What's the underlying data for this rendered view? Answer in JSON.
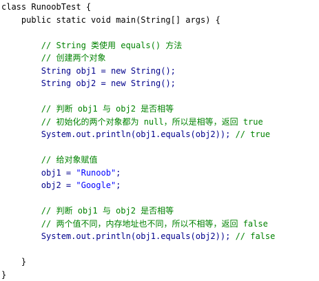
{
  "code": {
    "lines": [
      [
        {
          "t": "class RunoobTest {",
          "c": "pl"
        }
      ],
      [
        {
          "t": "    public static void main(String[] args) {",
          "c": "pl"
        }
      ],
      [
        {
          "t": "",
          "c": "pl"
        }
      ],
      [
        {
          "t": "        // String 类使用 equals() 方法",
          "c": "cm"
        }
      ],
      [
        {
          "t": "        // 创建两个对象",
          "c": "cm"
        }
      ],
      [
        {
          "t": "        String obj1 = ",
          "c": "kw"
        },
        {
          "t": "new",
          "c": "kw"
        },
        {
          "t": " String();",
          "c": "kw"
        }
      ],
      [
        {
          "t": "        String obj2 = ",
          "c": "kw"
        },
        {
          "t": "new",
          "c": "kw"
        },
        {
          "t": " String();",
          "c": "kw"
        }
      ],
      [
        {
          "t": "",
          "c": "pl"
        }
      ],
      [
        {
          "t": "        // 判断 obj1 与 obj2 是否相等",
          "c": "cm"
        }
      ],
      [
        {
          "t": "        // 初始化的两个对象都为 null，所以是相等，返回 true",
          "c": "cm"
        }
      ],
      [
        {
          "t": "        System.out.println(obj1.equals(obj2)); ",
          "c": "kw"
        },
        {
          "t": "// true",
          "c": "cm"
        }
      ],
      [
        {
          "t": "",
          "c": "pl"
        }
      ],
      [
        {
          "t": "        // 给对象赋值",
          "c": "cm"
        }
      ],
      [
        {
          "t": "        obj1 = ",
          "c": "kw"
        },
        {
          "t": "\"Runoob\"",
          "c": "st"
        },
        {
          "t": ";",
          "c": "kw"
        }
      ],
      [
        {
          "t": "        obj2 = ",
          "c": "kw"
        },
        {
          "t": "\"Google\"",
          "c": "st"
        },
        {
          "t": ";",
          "c": "kw"
        }
      ],
      [
        {
          "t": "",
          "c": "pl"
        }
      ],
      [
        {
          "t": "        // 判断 obj1 与 obj2 是否相等",
          "c": "cm"
        }
      ],
      [
        {
          "t": "        // 两个值不同，内存地址也不同，所以不相等，返回 false",
          "c": "cm"
        }
      ],
      [
        {
          "t": "        System.out.println(obj1.equals(obj2)); ",
          "c": "kw"
        },
        {
          "t": "// false",
          "c": "cm"
        }
      ],
      [
        {
          "t": "",
          "c": "pl"
        }
      ],
      [
        {
          "t": "    }",
          "c": "pl"
        }
      ],
      [
        {
          "t": "}",
          "c": "pl"
        }
      ]
    ]
  },
  "colors": {
    "background": "#ffffff",
    "plain": "#000000",
    "keyword": "#00008b",
    "comment": "#008200",
    "string": "#0000ff"
  }
}
